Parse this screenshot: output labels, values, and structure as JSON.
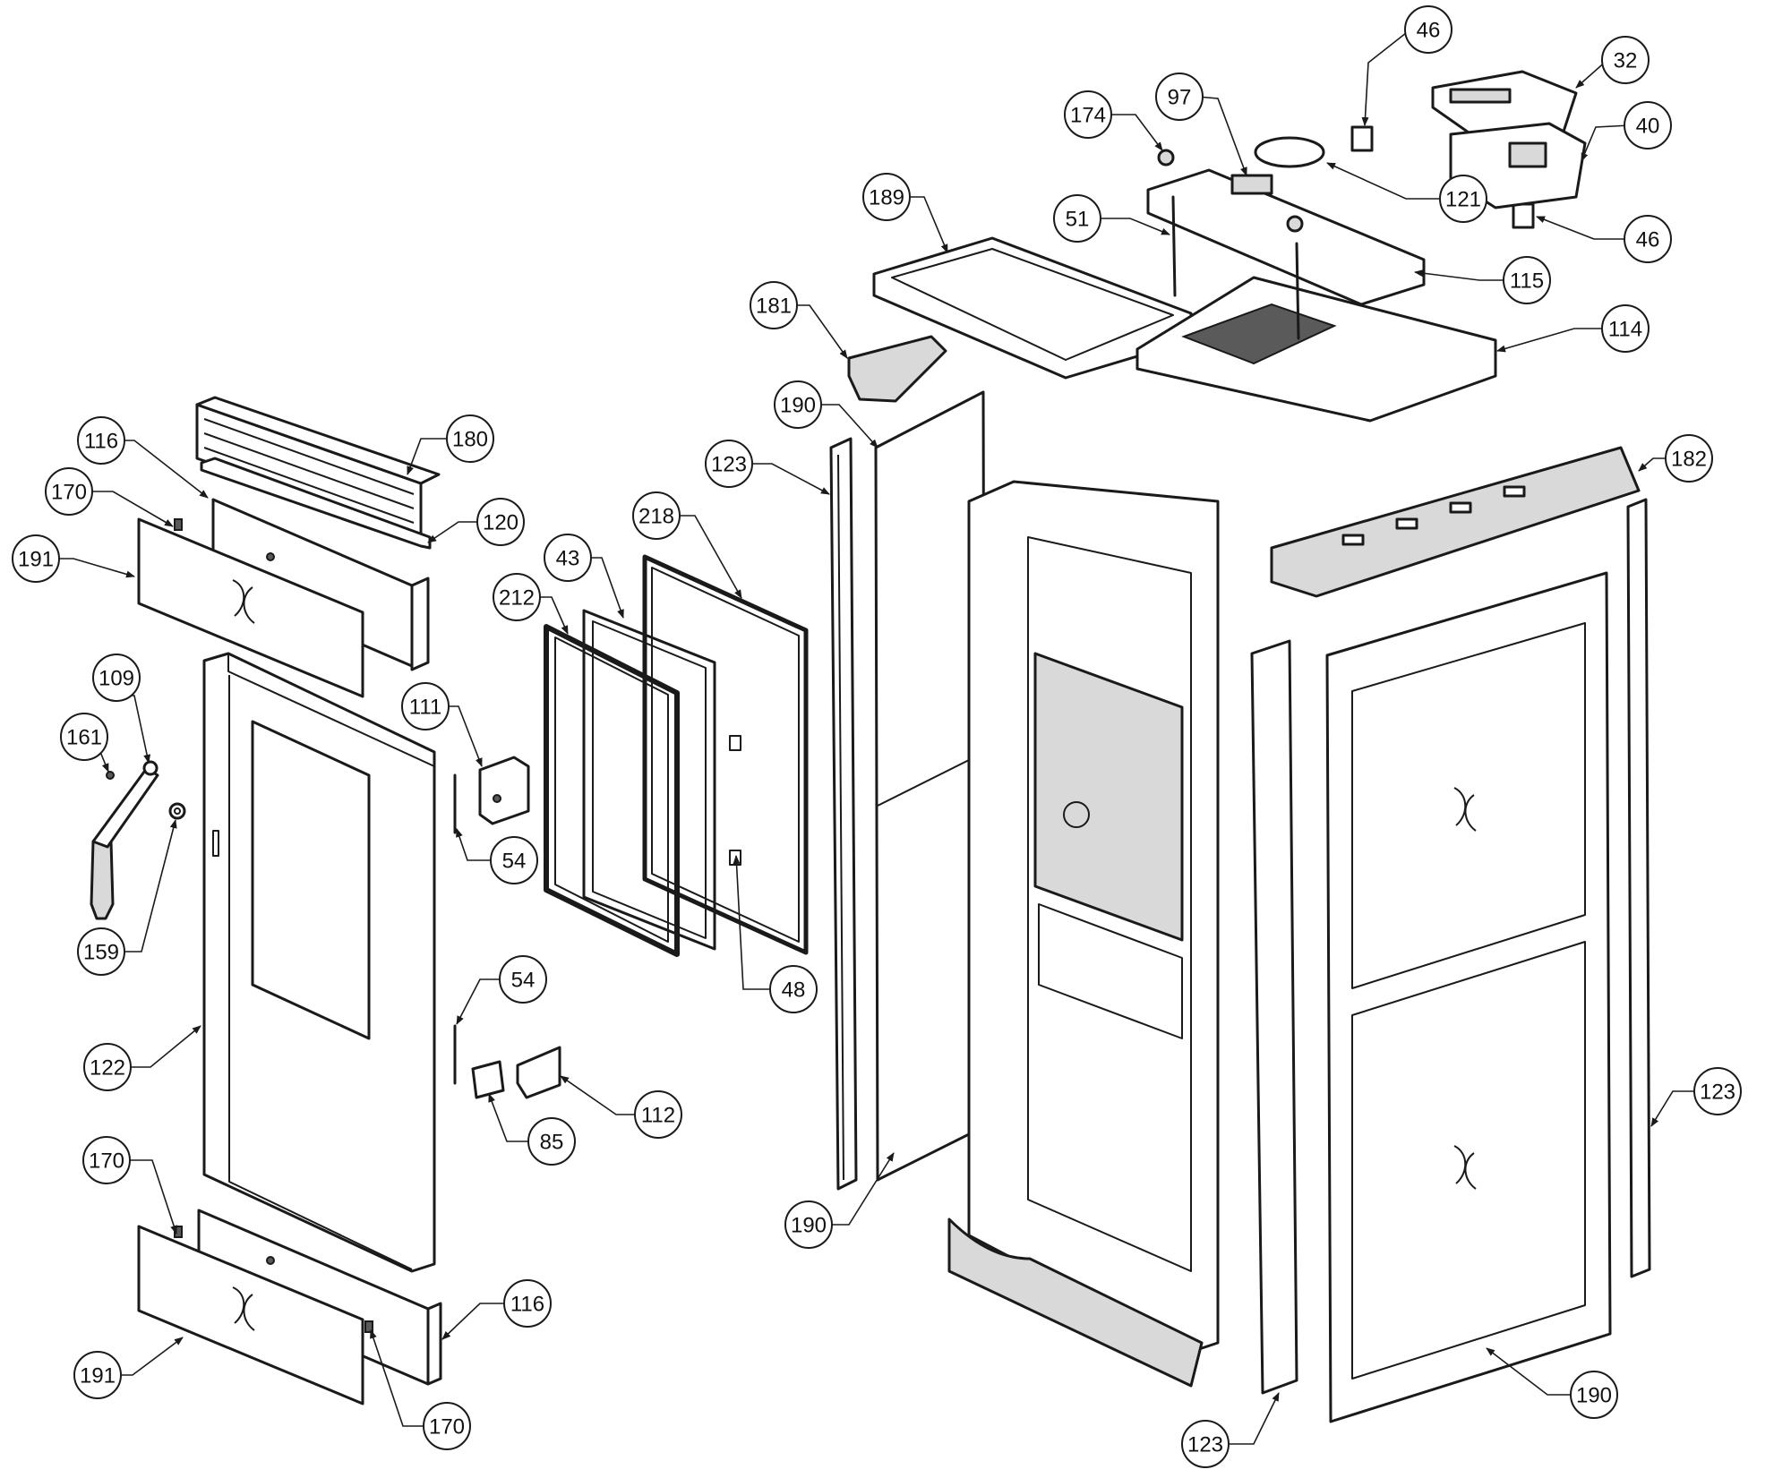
{
  "diagram": {
    "type": "exploded-parts-view",
    "callouts": [
      {
        "id": "c46a",
        "label": "46"
      },
      {
        "id": "c32",
        "label": "32"
      },
      {
        "id": "c97",
        "label": "97"
      },
      {
        "id": "c174",
        "label": "174"
      },
      {
        "id": "c40",
        "label": "40"
      },
      {
        "id": "c121",
        "label": "121"
      },
      {
        "id": "c46b",
        "label": "46"
      },
      {
        "id": "c189",
        "label": "189"
      },
      {
        "id": "c51",
        "label": "51"
      },
      {
        "id": "c115",
        "label": "115"
      },
      {
        "id": "c181",
        "label": "181"
      },
      {
        "id": "c114",
        "label": "114"
      },
      {
        "id": "c190a",
        "label": "190"
      },
      {
        "id": "c182",
        "label": "182"
      },
      {
        "id": "c123a",
        "label": "123"
      },
      {
        "id": "c116a",
        "label": "116"
      },
      {
        "id": "c180",
        "label": "180"
      },
      {
        "id": "c170a",
        "label": "170"
      },
      {
        "id": "c120",
        "label": "120"
      },
      {
        "id": "c191a",
        "label": "191"
      },
      {
        "id": "c218",
        "label": "218"
      },
      {
        "id": "c43",
        "label": "43"
      },
      {
        "id": "c212",
        "label": "212"
      },
      {
        "id": "c109",
        "label": "109"
      },
      {
        "id": "c111",
        "label": "111"
      },
      {
        "id": "c161",
        "label": "161"
      },
      {
        "id": "c54a",
        "label": "54"
      },
      {
        "id": "c159",
        "label": "159"
      },
      {
        "id": "c48",
        "label": "48"
      },
      {
        "id": "c54b",
        "label": "54"
      },
      {
        "id": "c122",
        "label": "122"
      },
      {
        "id": "c112",
        "label": "112"
      },
      {
        "id": "c85",
        "label": "85"
      },
      {
        "id": "c123b",
        "label": "123"
      },
      {
        "id": "c170b",
        "label": "170"
      },
      {
        "id": "c190b",
        "label": "190"
      },
      {
        "id": "c116b",
        "label": "116"
      },
      {
        "id": "c191b",
        "label": "191"
      },
      {
        "id": "c170c",
        "label": "170"
      },
      {
        "id": "c190c",
        "label": "190"
      },
      {
        "id": "c123c",
        "label": "123"
      }
    ]
  }
}
